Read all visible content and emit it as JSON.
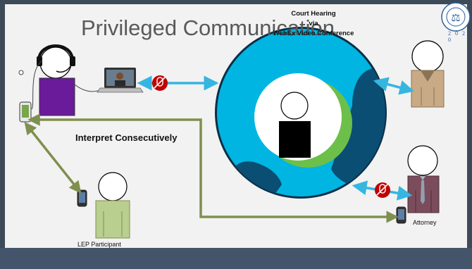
{
  "slide": {
    "title": "Privileged Communication",
    "court_label_line1": "Court Hearing",
    "court_label_line2": "via",
    "court_label_line3": "WebEx Video Conference",
    "interpret_label": "Interpret Consecutively",
    "lep_label": "LEP Participant",
    "attorney_label": "Attorney",
    "seal_year": "2 0 2 0"
  },
  "colors": {
    "background": "#f2f2f2",
    "footer": "#44546a",
    "webex_blue": "#00b5e2",
    "webex_dark": "#0b4e73",
    "webex_green": "#6cc04a",
    "arrow_blue": "#35b6e0",
    "arrow_olive": "#7f8f4f",
    "mute_red": "#c00000",
    "interpreter_shirt": "#6a1b9a",
    "lep_shirt": "#b9cf8f",
    "attorney_shirt": "#7b4c5c",
    "participant_shirt": "#c8ab86",
    "judge_shirt": "#000000"
  }
}
